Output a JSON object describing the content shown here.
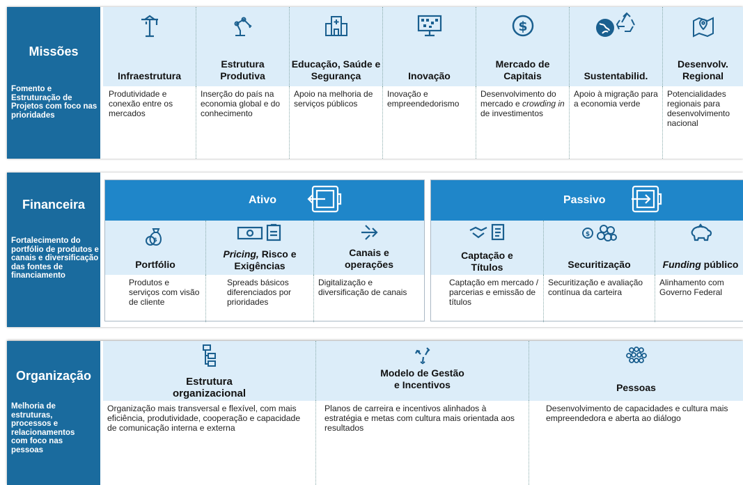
{
  "missoes": {
    "title": "Missões",
    "description": "Fomento e Estruturação de Projetos com foco nas prioridades",
    "columns": [
      {
        "label": "Infraestrutura",
        "icon": "crane-icon",
        "text": "Produtividade e conexão entre os mercados"
      },
      {
        "label": "Estrutura Produtiva",
        "icon": "robot-arm-icon",
        "text": "Inserção do país na economia global e do conhecimento"
      },
      {
        "label": "Educação, Saúde e Segurança",
        "icon": "hospital-icon",
        "text": "Apoio na melhoria de serviços públicos"
      },
      {
        "label": "Inovação",
        "icon": "monitor-icon",
        "text": "Inovação e empreendedorismo"
      },
      {
        "label": "Mercado de Capitais",
        "icon": "dollar-coin-icon",
        "text_a": "Desenvolvimento do mercado e ",
        "text_em": "crowding in",
        "text_b": " de investimentos"
      },
      {
        "label": "Sustentabilid.",
        "icon": "globe-recycle-icon",
        "text": "Apoio à migração para a economia verde"
      },
      {
        "label": "Desenvolv. Regional",
        "icon": "map-pin-icon",
        "text": "Potencialidades regionais para desenvolvimento nacional"
      }
    ]
  },
  "financeira": {
    "title": "Financeira",
    "description": "Fortalecimento do portfólio de produtos e canais e diversificação das fontes de financiamento",
    "ativo": {
      "label": "Ativo",
      "icon": "vault-arrow-left-icon",
      "columns": [
        {
          "label": "Portfólio",
          "icon": "money-bags-icon",
          "text": "Produtos e serviços com visão de cliente"
        },
        {
          "label_em": "Pricing,",
          "label_a": " Risco e Exigências",
          "icon": "cash-clipboard-icon",
          "text": "Spreads básicos diferenciados por prioridades"
        },
        {
          "label": "Canais e operações",
          "icon": "channels-icon",
          "text": "Digitalização e diversificação de canais"
        }
      ]
    },
    "passivo": {
      "label": "Passivo",
      "icon": "vault-arrow-right-icon",
      "columns": [
        {
          "label": "Captação e Títulos",
          "icon": "handshake-document-icon",
          "text": "Captação em mercado / parcerias e emissão de títulos"
        },
        {
          "label": "Securitização",
          "icon": "coins-icon",
          "text": "Securitização e avaliação contínua da carteira"
        },
        {
          "label_em": "Funding",
          "label_a": " público",
          "icon": "piggy-bank-icon",
          "text": "Alinhamento com Governo Federal"
        }
      ]
    }
  },
  "organizacao": {
    "title": "Organização",
    "description": "Melhoria de estruturas, processos e relacionamentos com foco nas pessoas",
    "columns": [
      {
        "label": "Estrutura organizacional",
        "icon": "org-chart-icon",
        "text": "Organização mais transversal e flexível, com mais eficiência, produtividade, cooperação e capacidade de comunicação interna e externa"
      },
      {
        "label": "Modelo de Gestão e Incentivos",
        "icon": "cycle-arrows-icon",
        "text": "Planos de carreira e incentivos alinhados à estratégia e metas com cultura mais orientada aos resultados"
      },
      {
        "label": "Pessoas",
        "icon": "people-group-icon",
        "text": "Desenvolvimento de capacidades e cultura mais empreendedora e aberta ao diálogo"
      }
    ]
  },
  "colors": {
    "sidebar": "#1a6b9e",
    "header_bg": "#dcedf9",
    "bar": "#1f86c9",
    "icon": "#1a5f8f"
  }
}
